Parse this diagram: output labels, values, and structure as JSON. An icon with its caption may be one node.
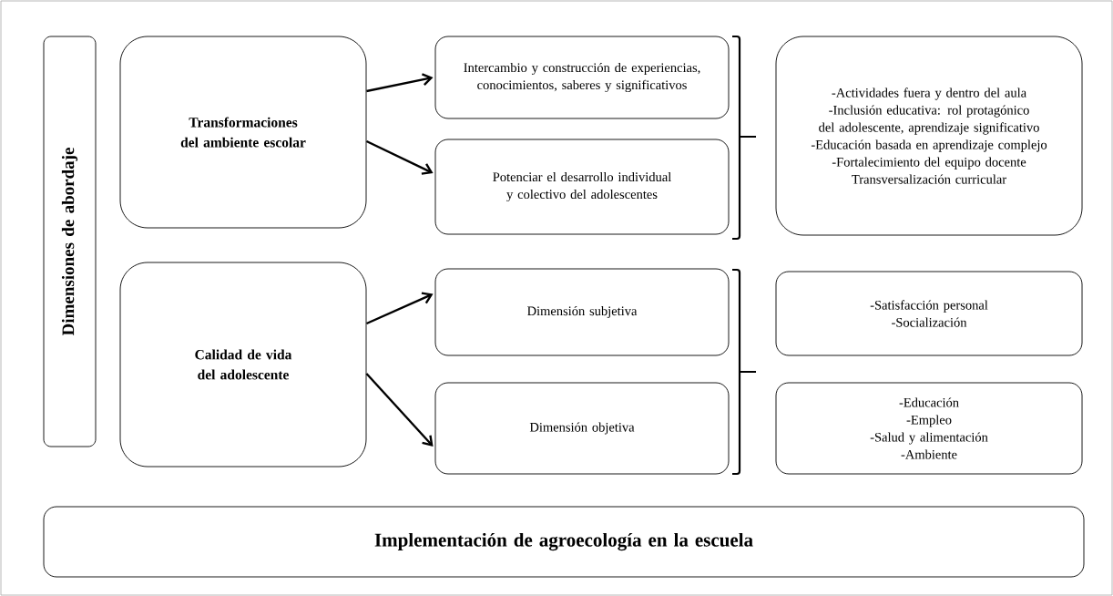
{
  "diagram": {
    "nodes": [
      {
        "text": [
          "Dimensiones de abordaje"
        ]
      },
      {
        "text": [
          "Transformaciones del ambiente escolar"
        ]
      },
      {
        "text": [
          "Intercambio y construcción de experiencias, conocimientos, saberes y significativos"
        ]
      },
      {
        "text": [
          "Potenciar el desarrollo individual y colectivo del adolescentes"
        ]
      },
      {
        "text": [
          "-Actividades fuera y dentro del aula",
          "-Inclusión educativa: rol protagónico del adolescente, aprendizaje significativo",
          "-Educación basada en aprendizaje complejo",
          "-Fortalecimiento del equipo docente",
          "Transversalización curricular"
        ]
      },
      {
        "text": [
          "Calidad de vida del adolescente"
        ]
      },
      {
        "text": [
          "Dimensión subjetiva"
        ]
      },
      {
        "text": [
          "Dimensión objetiva"
        ]
      },
      {
        "text": [
          "-Satisfacción personal",
          "-Socialización"
        ]
      },
      {
        "text": [
          "-Educación",
          "-Empleo",
          "-Salud y alimentación",
          "-Ambiente"
        ]
      },
      {
        "text": [
          "Implementación de agroecología en la escuela"
        ]
      }
    ],
    "edges": [
      {
        "from": 1,
        "to": 2,
        "arrow": "to"
      },
      {
        "from": 1,
        "to": 3,
        "arrow": "to"
      },
      {
        "from": 5,
        "to": 6,
        "arrow": "to"
      },
      {
        "from": 5,
        "to": 7,
        "arrow": "to"
      }
    ]
  }
}
